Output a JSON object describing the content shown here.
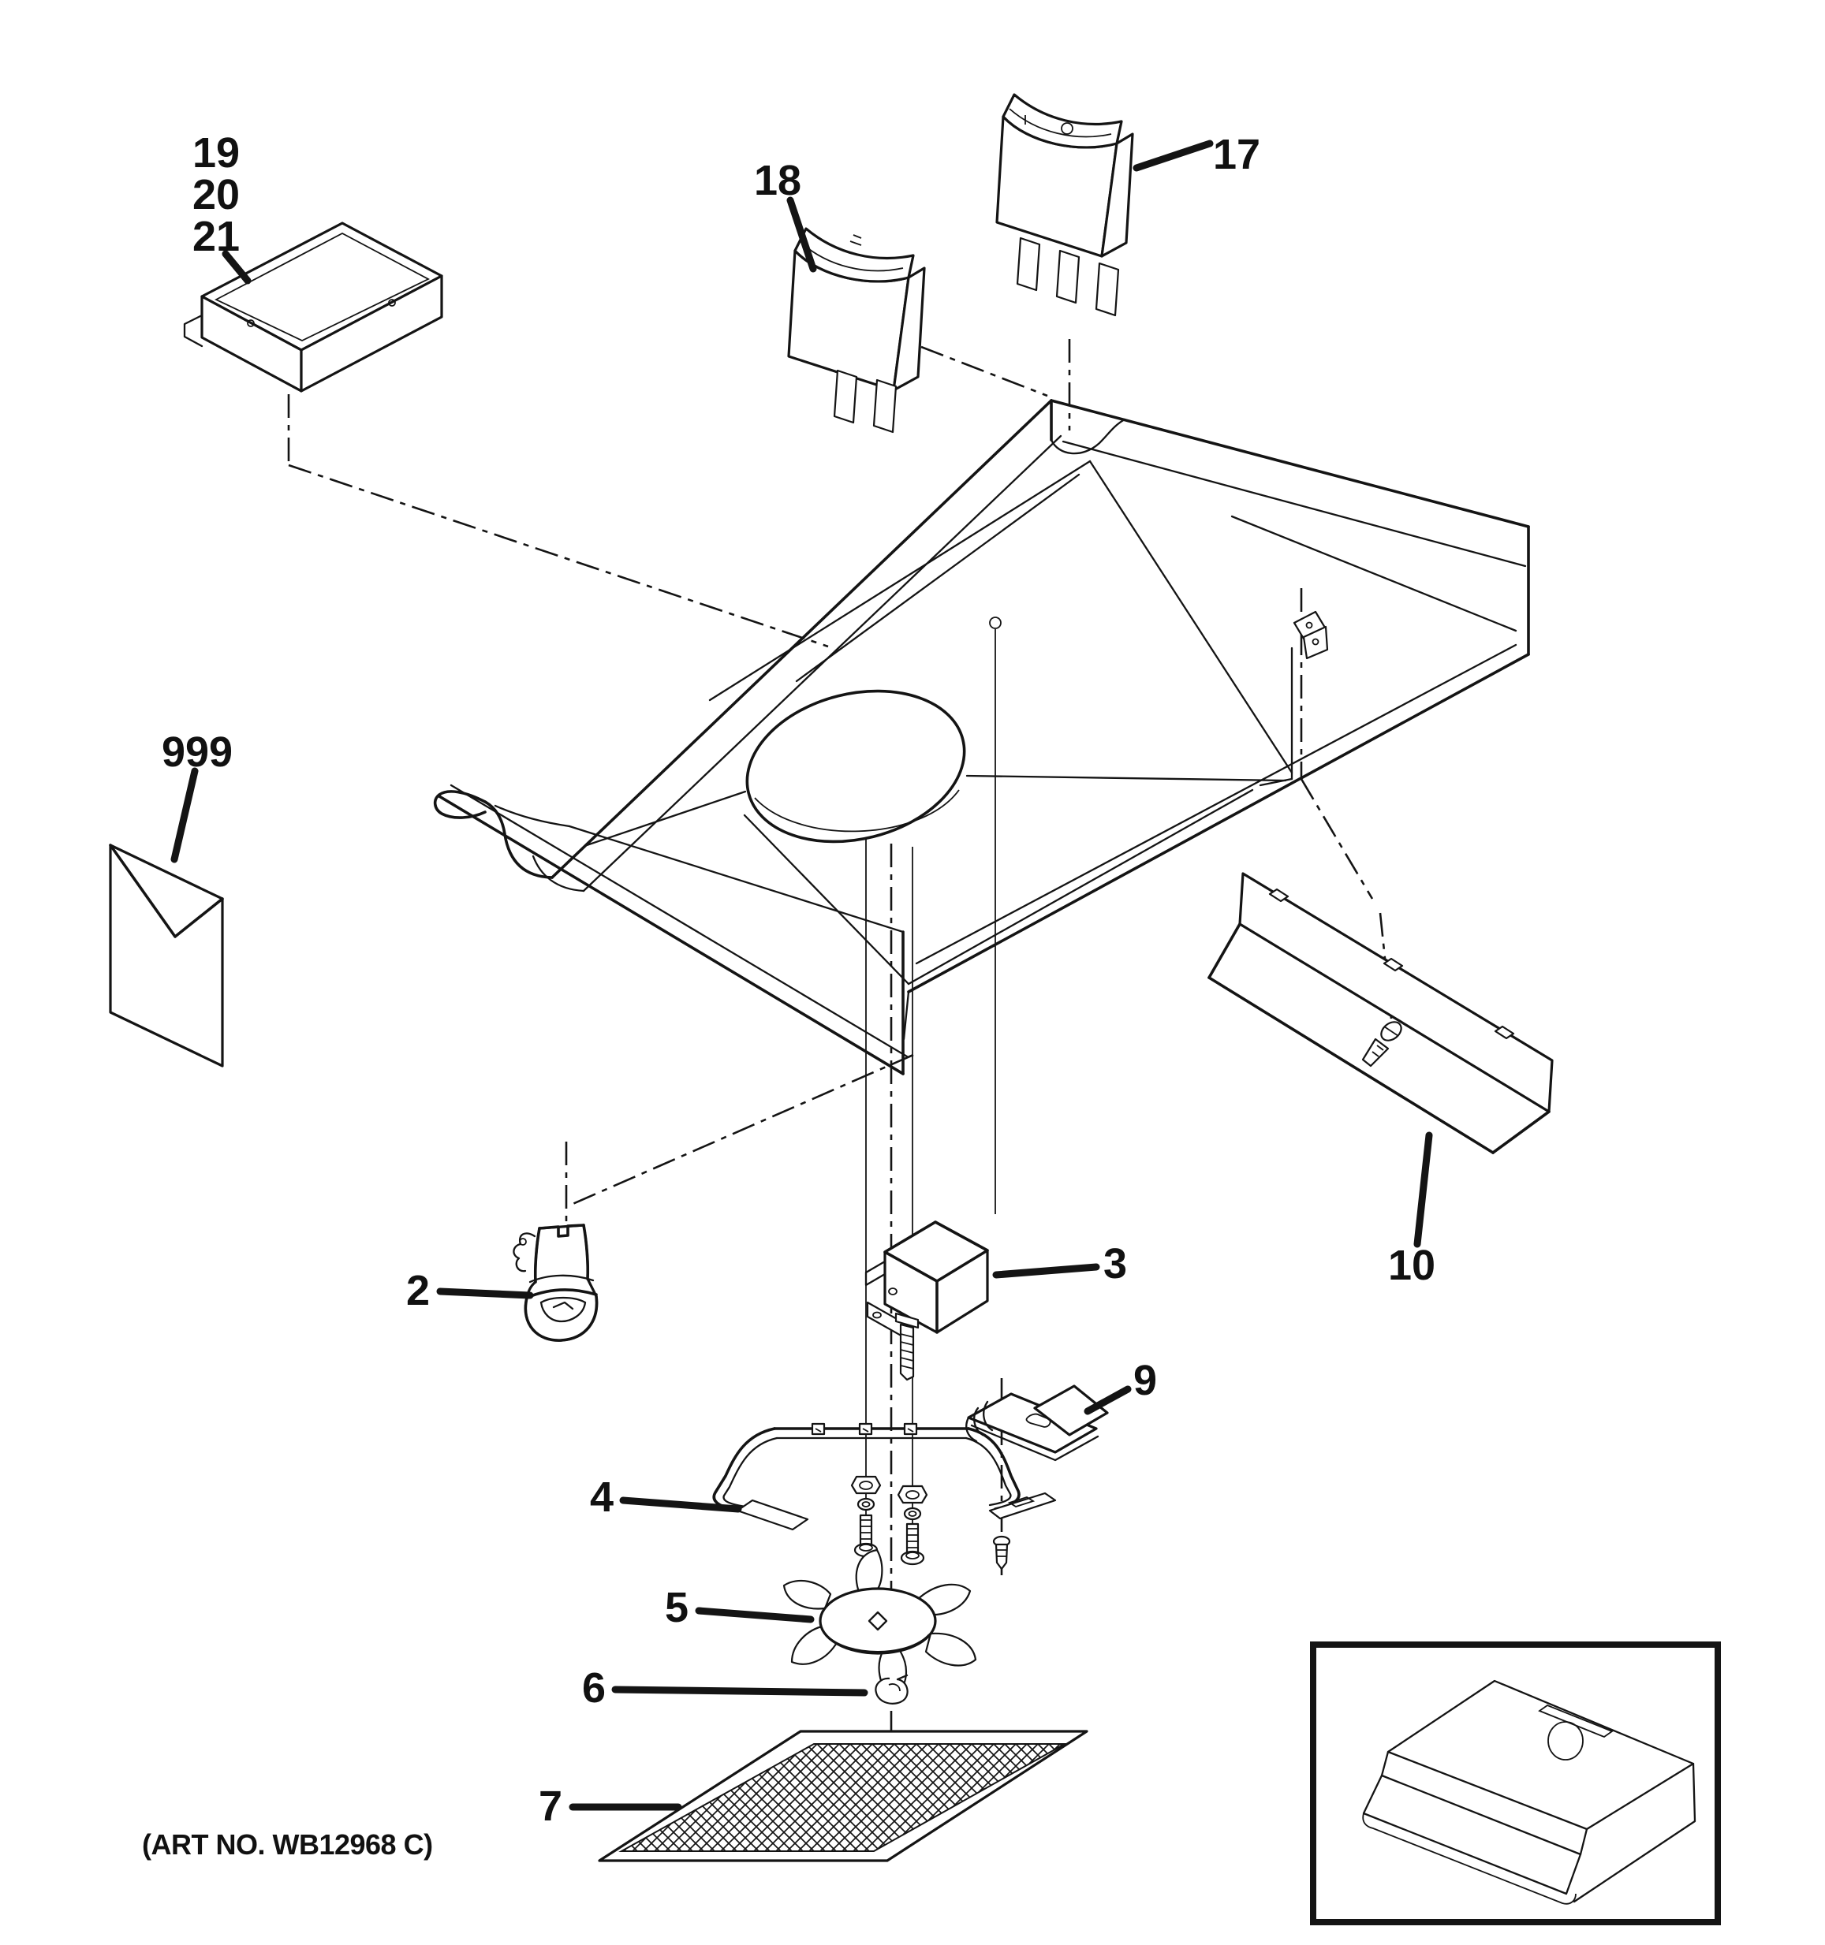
{
  "doc": {
    "type": "exploded-parts-diagram",
    "art_no": "(ART NO. WB12968 C)",
    "callouts": {
      "c19": "19",
      "c20": "20",
      "c21": "21",
      "c18": "18",
      "c17": "17",
      "c999": "999",
      "c2": "2",
      "c3": "3",
      "c9": "9",
      "c4": "4",
      "c10": "10",
      "c5": "5",
      "c6": "6",
      "c7": "7"
    }
  }
}
